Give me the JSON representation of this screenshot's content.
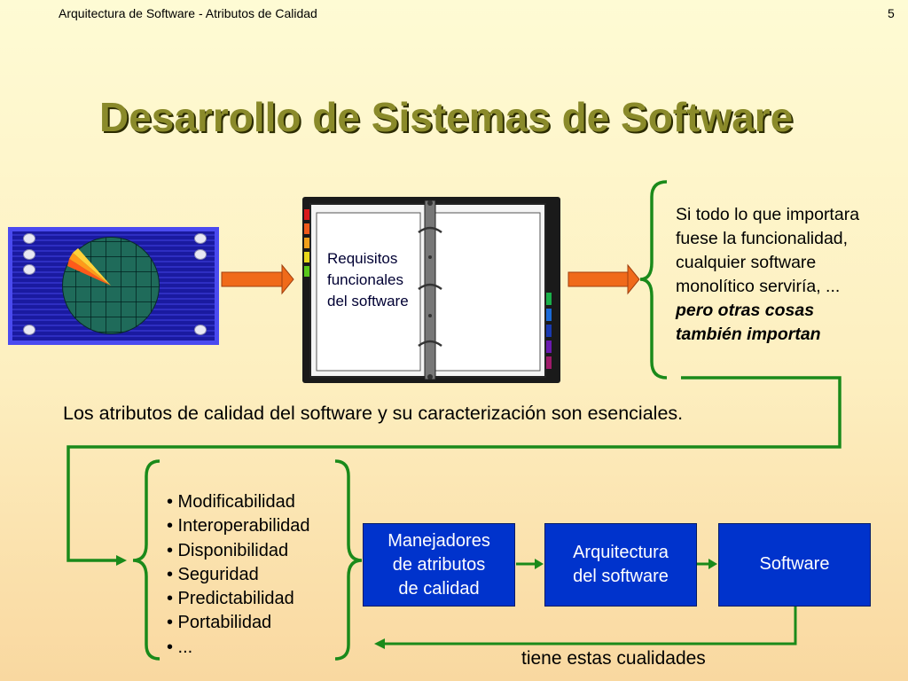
{
  "header": {
    "left": "Arquitectura de Software - Atributos de Calidad",
    "page_number": "5"
  },
  "title": "Desarrollo de Sistemas de Software",
  "binder_label": [
    "Requisitos",
    "funcionales",
    "del software"
  ],
  "right_note": {
    "lines": [
      "Si todo lo que importara",
      "fuese la funcionalidad,",
      "cualquier software",
      "monolítico serviría, ..."
    ],
    "emphasis": [
      "pero otras cosas",
      "también importan"
    ]
  },
  "statement": "Los atributos de calidad del software y su caracterización son esenciales.",
  "attributes": [
    "• Modificabilidad",
    "• Interoperabilidad",
    "• Disponibilidad",
    "• Seguridad",
    "• Predictabilidad",
    "• Portabilidad",
    "• ..."
  ],
  "boxes": {
    "managers": [
      "Manejadores",
      "de atributos",
      "de calidad"
    ],
    "architecture": [
      "Arquitectura",
      "del software"
    ],
    "software": "Software"
  },
  "feedback_label": "tiene estas cualidades",
  "colors": {
    "arrow_orange": "#f06a1a",
    "line_green": "#1a8a1a",
    "box_blue": "#0033cc",
    "title": "#8a8a2a"
  }
}
